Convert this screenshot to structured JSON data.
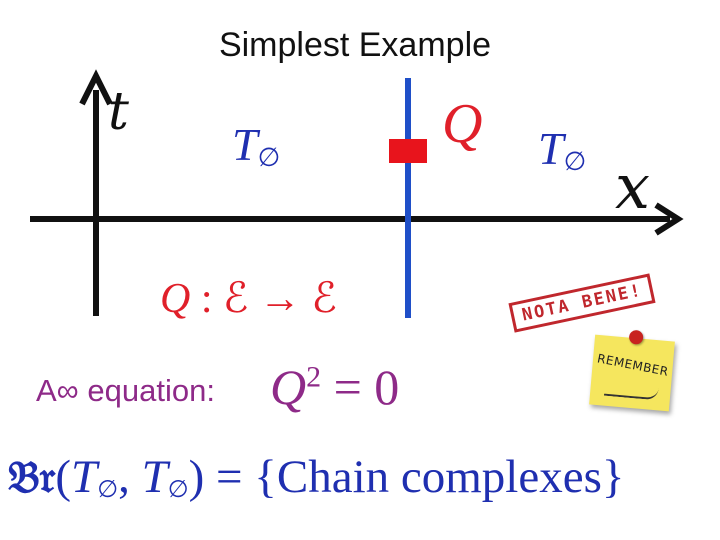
{
  "title": "Simplest Example",
  "axes": {
    "t_label": "t",
    "x_label": "x"
  },
  "regions": {
    "left_symbol": "T",
    "left_subscript": "∅",
    "right_symbol": "T",
    "right_subscript": "∅"
  },
  "defect": {
    "label": "Q"
  },
  "map_equation": {
    "lhs": "Q",
    "mid": " : ℰ → ℰ"
  },
  "a_infinity": {
    "label": "A∞ equation:",
    "q": "Q",
    "power": "2",
    "rhs": " = 0"
  },
  "br_equation": {
    "prefix": "𝔅𝔯",
    "open": "(",
    "t1": "T",
    "sub1": "∅",
    "comma": ", ",
    "t2": "T",
    "sub2": "∅",
    "close": ") = {Chain complexes}"
  },
  "stamp": {
    "text": "NOTA BENE!"
  },
  "sticky_note": {
    "text": "REMEMBER"
  },
  "colors": {
    "axes": "#111111",
    "defect_line": "#1f4fc8",
    "defect_square": "#e8141c",
    "blue_text": "#1f2fb0",
    "red_text": "#e0202a",
    "purple_text": "#8e2a88"
  }
}
